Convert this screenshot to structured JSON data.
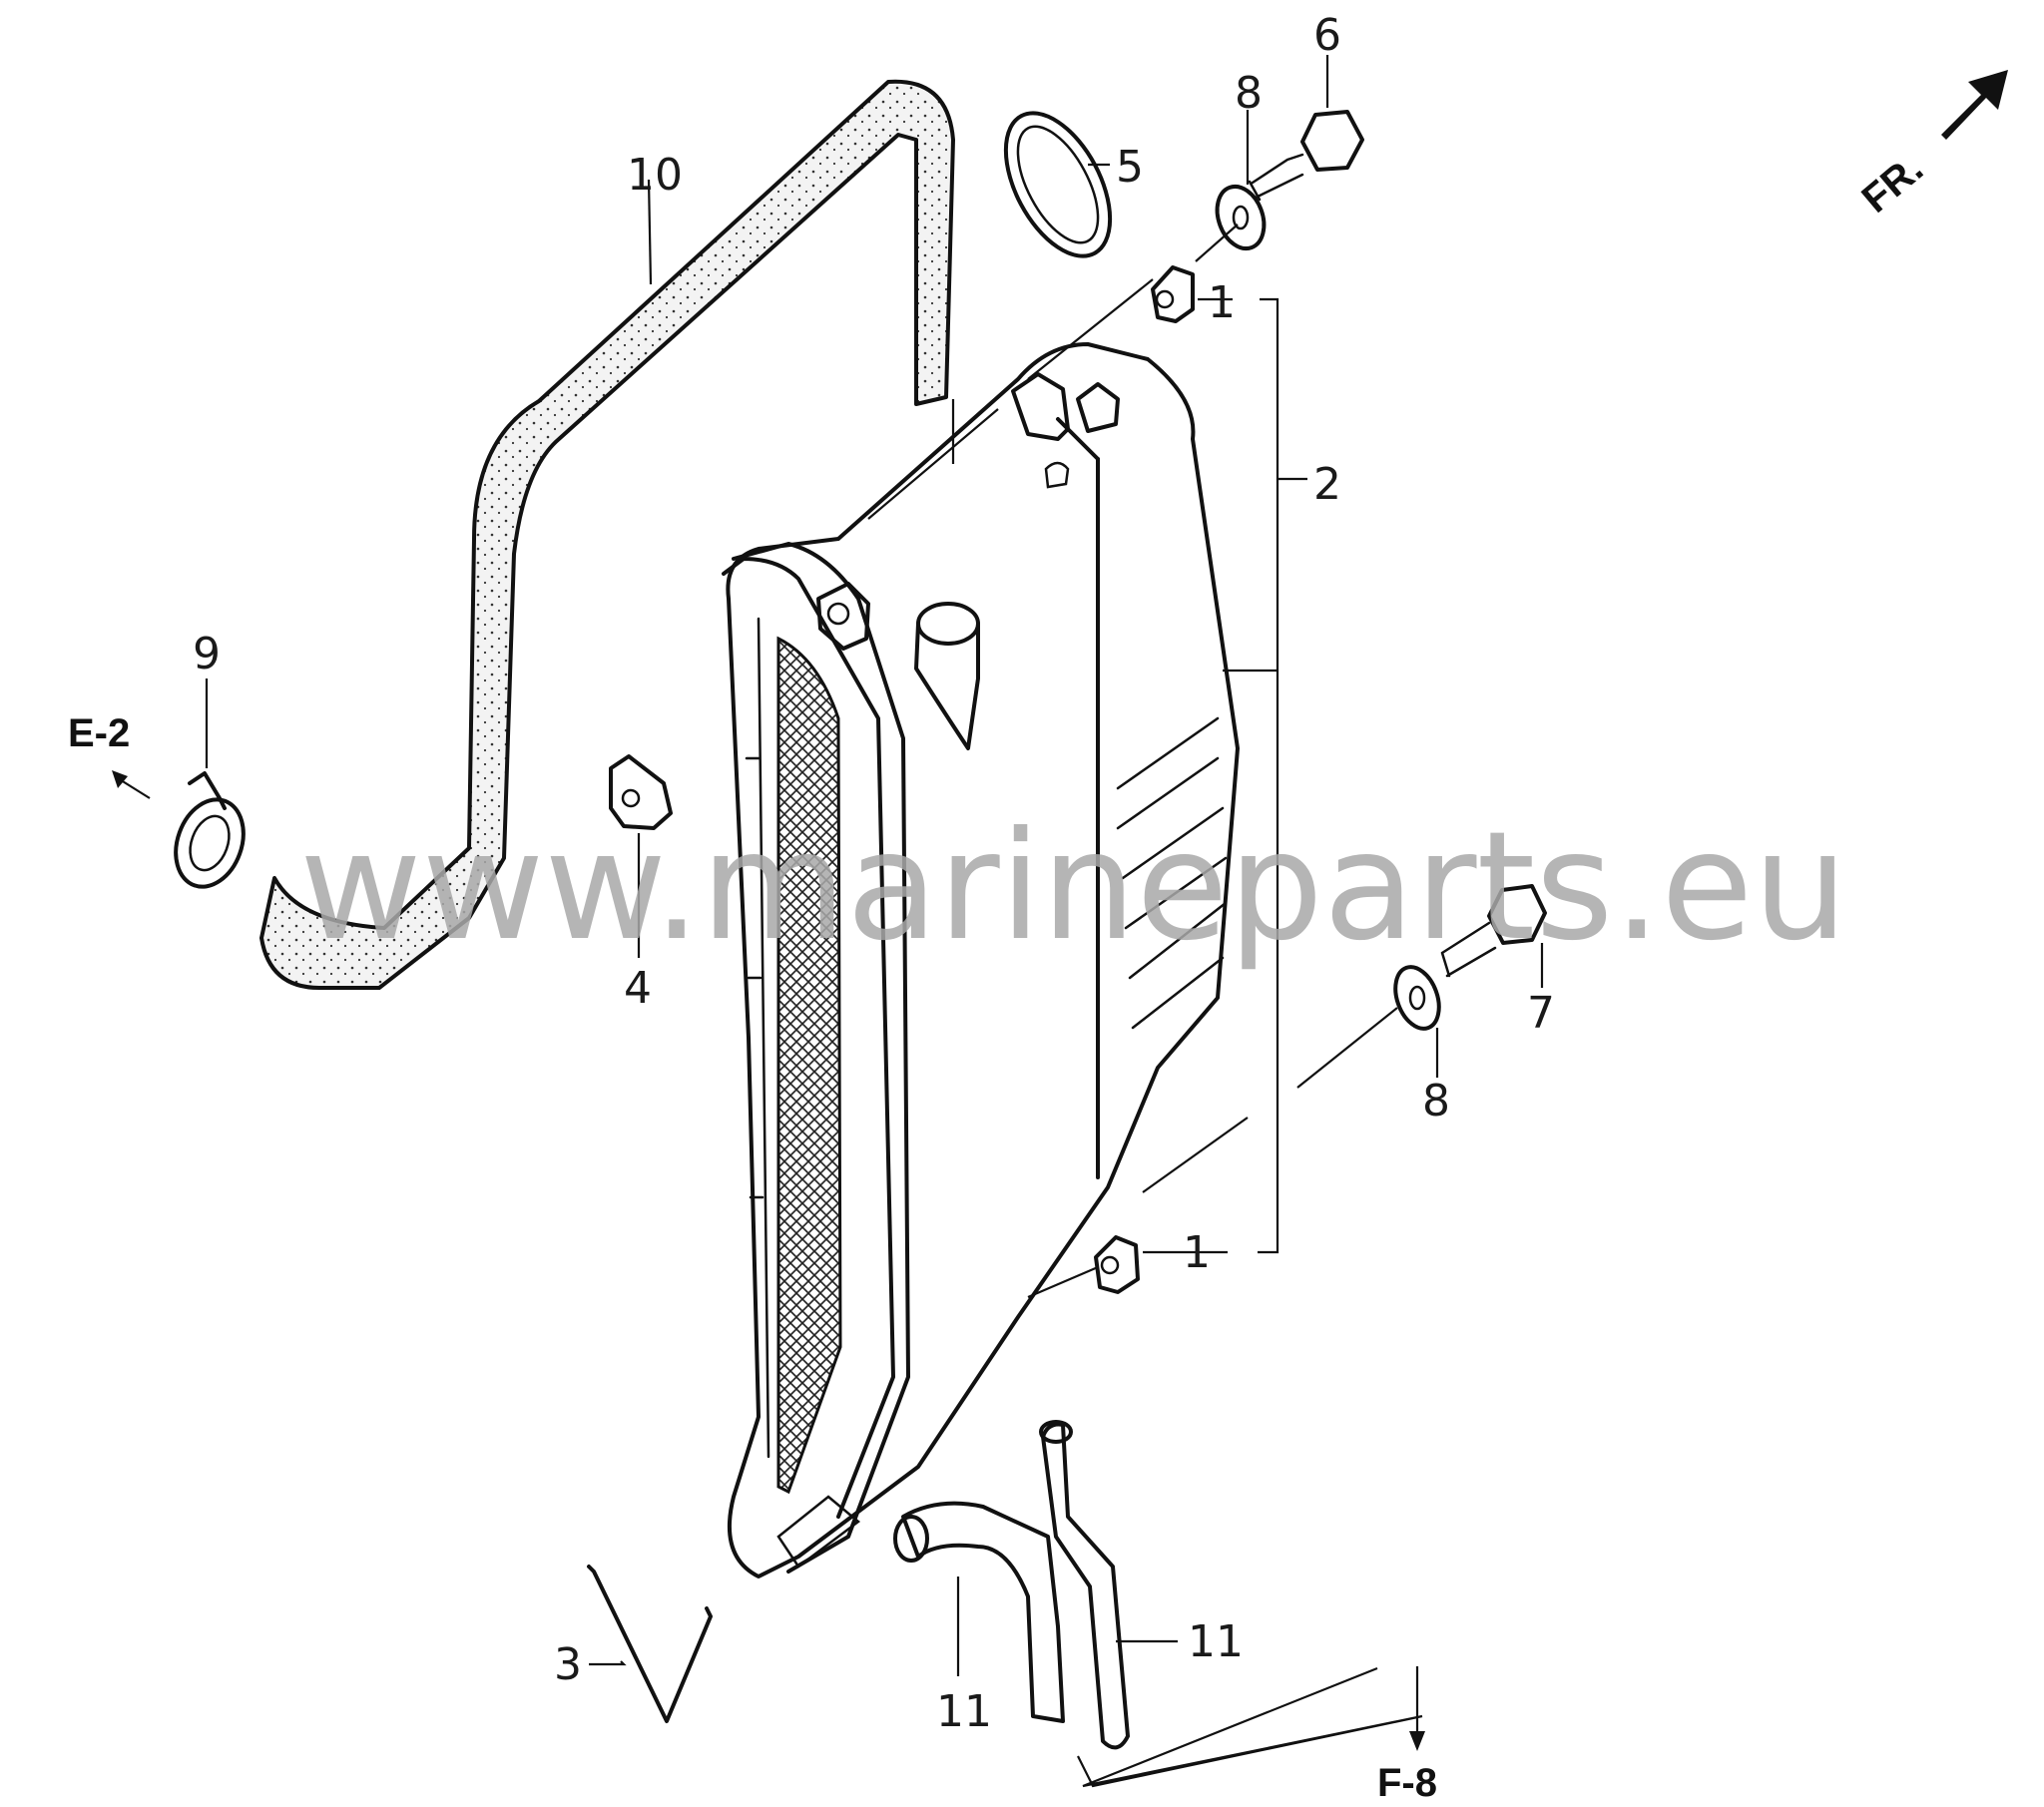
{
  "callouts": {
    "c1a": "1",
    "c1b": "1",
    "c2": "2",
    "c3": "3",
    "c4": "4",
    "c5": "5",
    "c6": "6",
    "c7": "7",
    "c8a": "8",
    "c8b": "8",
    "c9": "9",
    "c10": "10",
    "c11a": "11",
    "c11b": "11"
  },
  "references": {
    "e2": "E-2",
    "f8": "F-8",
    "front": "FR."
  },
  "watermark": "www.marineparts.eu",
  "colors": {
    "line": "#111111",
    "watermark": "#a9a9a9",
    "hose_fill": "#f4f4f4",
    "background": "#ffffff"
  }
}
